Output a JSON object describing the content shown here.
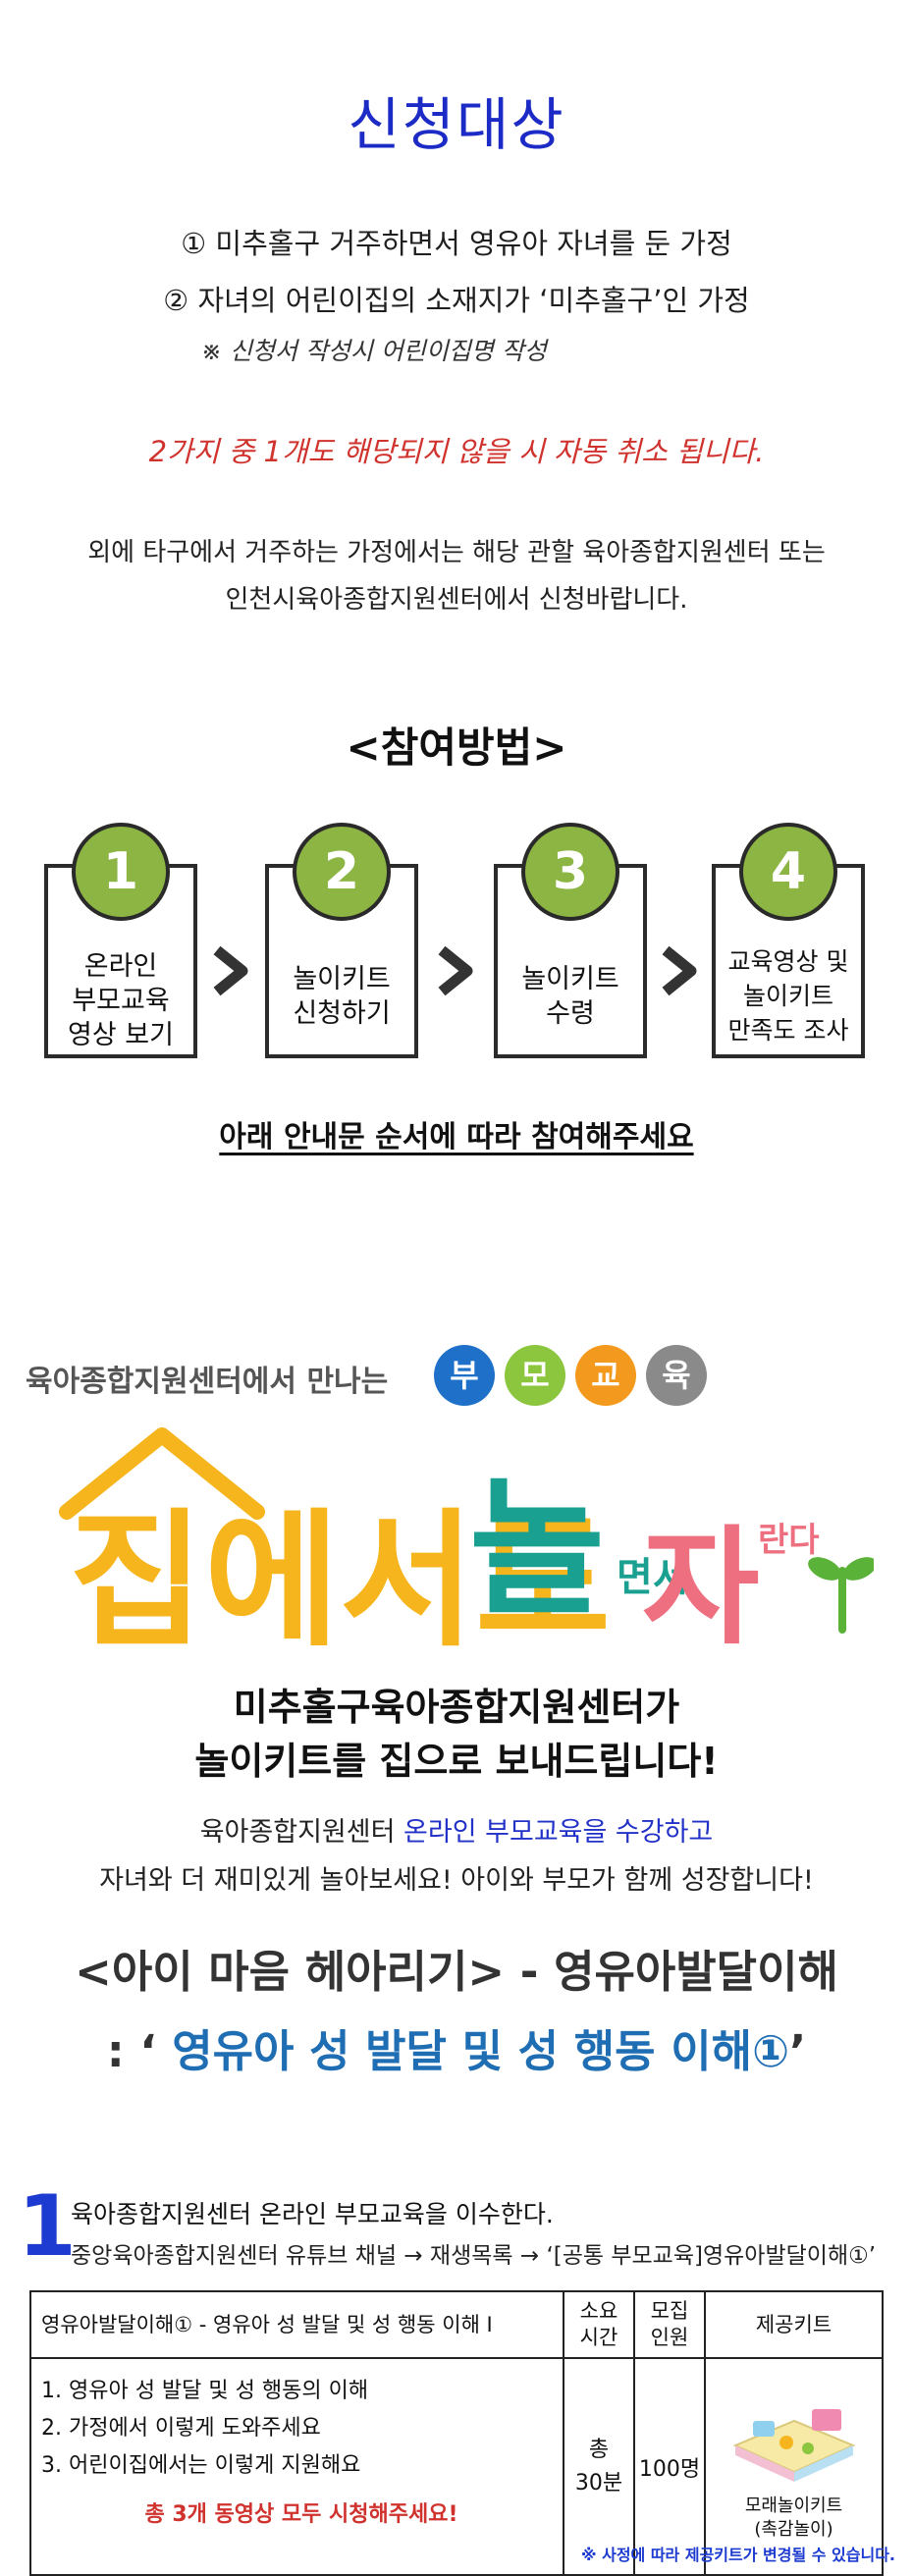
{
  "eligibility": {
    "title": "신청대상",
    "conditions": [
      "① 미추홀구 거주하면서 영유아 자녀를 둔 가정",
      "② 자녀의 어린이집의 소재지가 ‘미추홀구’인 가정"
    ],
    "note": "※ 신청서 작성시 어린이집명 작성",
    "cancel_notice": "2가지 중 1개도 해당되지 않을 시 자동 취소 됩니다.",
    "other_area": [
      "외에 타구에서 거주하는 가정에서는 해당 관할 육아종합지원센터 또는",
      "인천시육아종합지원센터에서 신청바랍니다."
    ]
  },
  "method": {
    "title": "<참여방법>",
    "steps": [
      {
        "number": "1",
        "label": "온라인\n부모교육\n영상 보기"
      },
      {
        "number": "2",
        "label": "놀이키트\n신청하기"
      },
      {
        "number": "3",
        "label": "놀이키트\n수령"
      },
      {
        "number": "4",
        "label": "교육영상 및\n놀이키트\n만족도 조사"
      }
    ],
    "guide": "아래 안내문 순서에 따라 참여해주세요"
  },
  "poster": {
    "meet_text": "육아종합지원센터에서 만나는",
    "badges": [
      {
        "char": "부",
        "color": "#1f70c8"
      },
      {
        "char": "모",
        "color": "#8cc63f"
      },
      {
        "char": "교",
        "color": "#f39a1e"
      },
      {
        "char": "육",
        "color": "#8a8a8a"
      }
    ],
    "headline": {
      "part1": "집에서도",
      "part2": "놀",
      "part2_small": "면서",
      "part3": "자",
      "part3_small": "란다",
      "colors": {
        "part1": "#f6b51d",
        "part2": "#1aa091",
        "part3": "#ee6f7f",
        "sprout": "#5bb239"
      }
    },
    "send_line1": "미추홀구육아종합지원센터가",
    "send_line2": "놀이키트를 집으로 보내드립니다!",
    "desc_line1_pre": "육아종합지원센터 ",
    "desc_line1_highlight": "온라인 부모교육을 수강하고",
    "desc_line2": "자녀와 더 재미있게 놀아보세요! 아이와 부모가 함께 성장합니다!",
    "course_title": "<아이 마음 헤아리기> - 영유아발달이해",
    "course_sub_prefix": ": ‘ ",
    "course_sub_main": "영유아 성 발달 및 성 행동 이해①",
    "course_sub_suffix": "’"
  },
  "step_one": {
    "number": "1",
    "text": "육아종합지원센터 온라인 부모교육을 이수한다.",
    "path": "중앙육아종합지원센터 유튜브 채널 → 재생목록 → ‘[공통 부모교육]영유아발달이해①’"
  },
  "table": {
    "headers": [
      "영유아발달이해① - 영유아 성 발달 및 성 행동 이해 I",
      "소요\n시간",
      "모집\n인원",
      "제공키트"
    ],
    "items": [
      "1. 영유아 성 발달 및 성 행동의 이해",
      "2. 가정에서 이렇게 도와주세요",
      "3. 어린이집에서는 이렇게 지원해요"
    ],
    "watch_all": "총 3개 동영상 모두 시청해주세요!",
    "duration": "총\n30분",
    "capacity": "100명",
    "kit_name": "모래놀이키트\n(촉감놀이)"
  },
  "notice": "※ 사정에 따라 제공키트가 변경될 수 있습니다."
}
